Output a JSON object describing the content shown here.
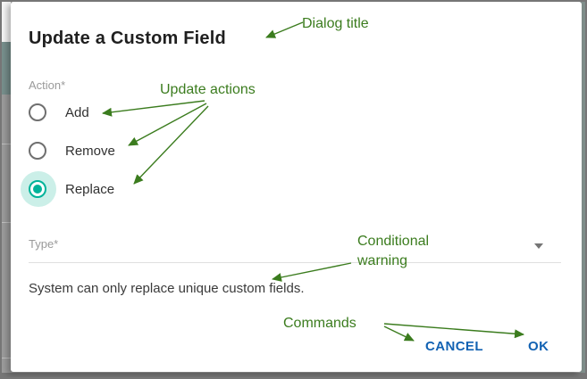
{
  "dialog": {
    "title": "Update a Custom Field",
    "action_label": "Action*",
    "radios": [
      {
        "label": "Add",
        "selected": false
      },
      {
        "label": "Remove",
        "selected": false
      },
      {
        "label": "Replace",
        "selected": true
      }
    ],
    "type_label": "Type*",
    "type_value": "",
    "warning": "System can only replace unique custom fields.",
    "buttons": {
      "cancel": "CANCEL",
      "ok": "OK"
    }
  },
  "annotations": {
    "dialog_title": "Dialog title",
    "update_actions": "Update actions",
    "conditional_warning_line1": "Conditional",
    "conditional_warning_line2": "warning",
    "commands": "Commands"
  },
  "colors": {
    "annotation_green": "#3b7c1e",
    "button_blue": "#1262b3",
    "radio_selected_teal": "#00b39a",
    "radio_halo_teal": "#cbefe8",
    "radio_unselected_gray": "#6f6f6f",
    "label_gray": "#9a9a9a",
    "title_text": "#1f1f1f",
    "underline_gray": "#e0e0e0",
    "frame_gray": "#767676"
  }
}
